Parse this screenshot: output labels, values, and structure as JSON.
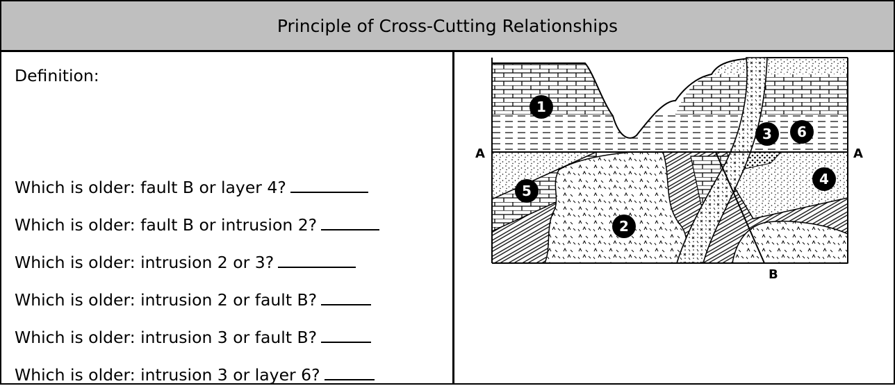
{
  "title": "Principle of Cross-Cutting Relationships",
  "definition_label": "Definition:",
  "questions": [
    "Which is older: fault B or layer 4?",
    "Which is older: fault B or intrusion 2?",
    "Which is older: intrusion 2 or 3?",
    "Which is older: intrusion 2 or fault B?",
    "Which is older: intrusion 3 or fault B?",
    "Which is older: intrusion 3 or layer 6?"
  ],
  "diagram": {
    "labels": {
      "line_left": "A",
      "line_right": "A",
      "fault": "B"
    },
    "numbers": [
      "1",
      "2",
      "3",
      "4",
      "5",
      "6"
    ]
  }
}
